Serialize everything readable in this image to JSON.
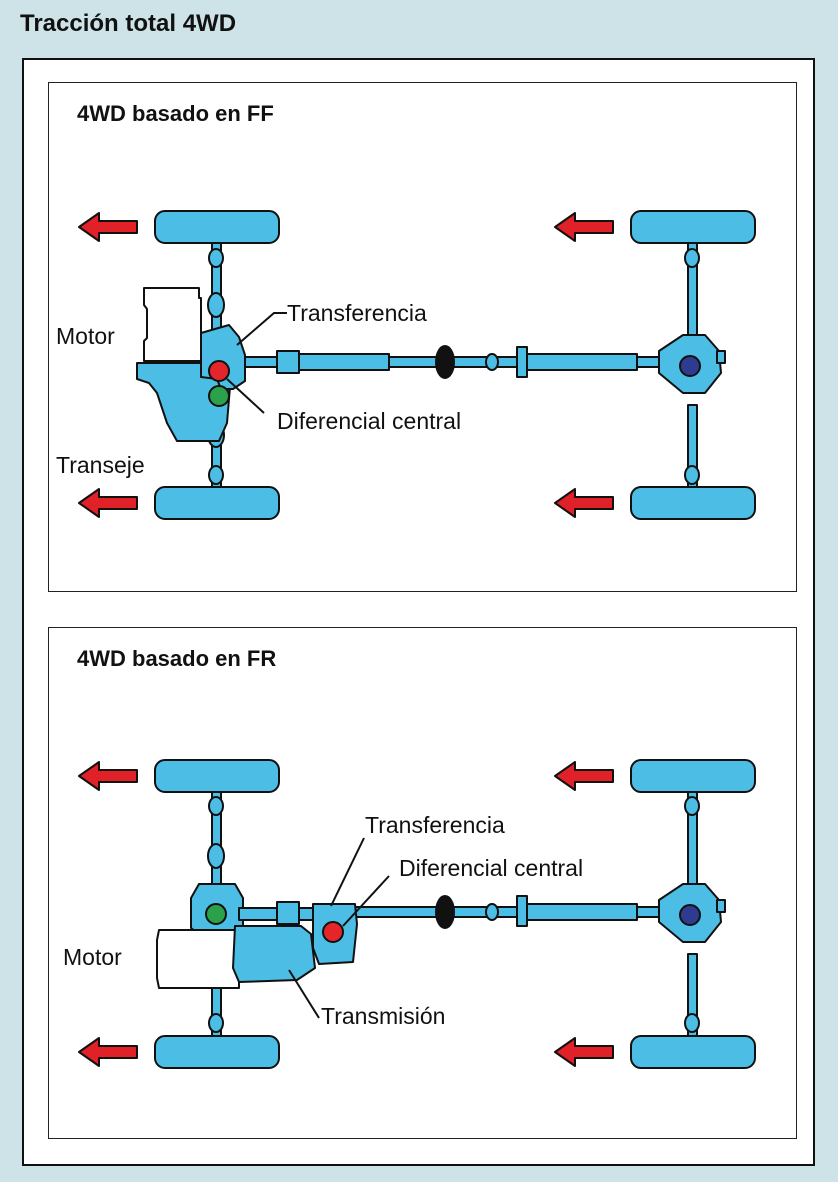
{
  "page": {
    "title": "Tracción total 4WD"
  },
  "panels": {
    "ff": {
      "title": "4WD basado en FF",
      "labels": {
        "motor": "Motor",
        "transeje": "Transeje",
        "transferencia": "Transferencia",
        "diferencial_central": "Diferencial central"
      }
    },
    "fr": {
      "title": "4WD basado en FR",
      "labels": {
        "motor": "Motor",
        "transferencia": "Transferencia",
        "diferencial_central": "Diferencial central",
        "transmision": "Transmisión"
      }
    }
  },
  "colors": {
    "component_fill": "#4cbde5",
    "outline": "#111111",
    "arrow": "#e02127",
    "diff_red": "#e4262b",
    "diff_green": "#2ba14b",
    "diff_blue": "#2e3b8f",
    "background": "#cde3e7"
  },
  "icons": {
    "direction_arrow": "left-arrow-icon"
  }
}
